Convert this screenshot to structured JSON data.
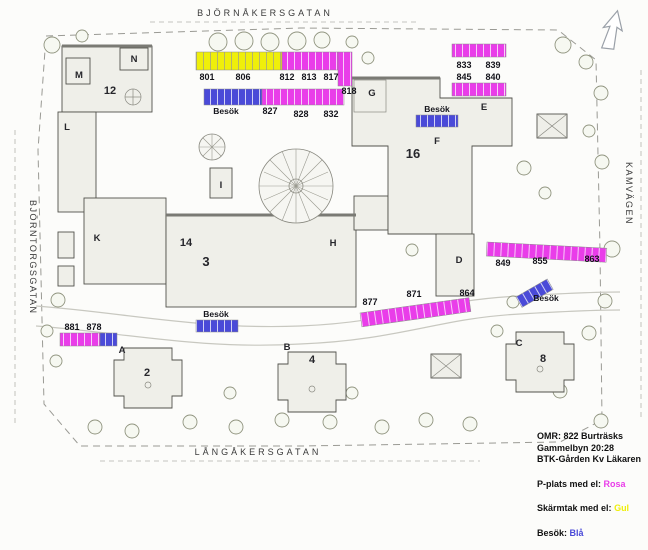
{
  "streets": {
    "top": "BJÖRNÅKERSGATAN",
    "left": "BJÖRNTORGSGATAN",
    "right": "KAMVÄGEN",
    "bottom": "LÅNGÅKERSGATAN"
  },
  "buildings": {
    "b12": "12",
    "b14": "14",
    "b3": "3",
    "b16": "16",
    "b2": "2",
    "b4": "4",
    "b8": "8",
    "rM": "M",
    "rN": "N",
    "rL": "L",
    "rK": "K",
    "rI": "I",
    "rH": "H",
    "rG": "G",
    "rF": "F",
    "rE": "E",
    "rD": "D",
    "rA": "A",
    "rB": "B",
    "rC": "C"
  },
  "parking": {
    "p801": "801",
    "p806": "806",
    "p812": "812",
    "p813": "813",
    "p817": "817",
    "p818": "818",
    "p827": "827",
    "p828": "828",
    "p832": "832",
    "p833": "833",
    "p839": "839",
    "p845": "845",
    "p840": "840",
    "p849": "849",
    "p855": "855",
    "p863": "863",
    "p877": "877",
    "p871": "871",
    "p864": "864",
    "p881": "881",
    "p878": "878",
    "besok_nw": "Besök",
    "besok_c": "Besök",
    "besok_e": "Besök",
    "besok_s": "Besök"
  },
  "legend": {
    "line1": "OMR: 822 Burträsks",
    "line2": "Gammelbyn 20:28",
    "line3": "BTK-Gården Kv Läkaren",
    "pplats_label": "P-plats med el:",
    "pplats_value": "Rosa",
    "skarmtak_label": "Skärmtak med el:",
    "skarmtak_value": "Gul",
    "besok_label": "Besök:",
    "besok_value": "Blå"
  },
  "colors": {
    "rosa": "#e93de9",
    "gul": "#efef0a",
    "bla": "#4a4ad8"
  }
}
